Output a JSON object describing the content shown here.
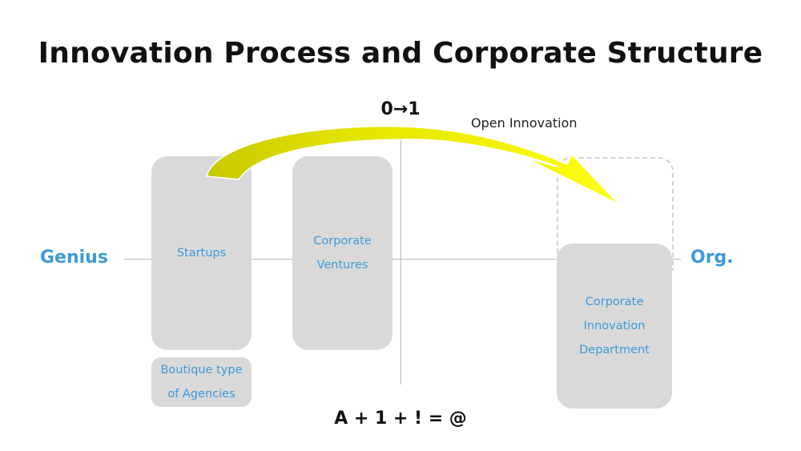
{
  "title": "Innovation Process and Corporate Structure",
  "axis": {
    "top_label": "0→1",
    "bottom_label": "A + 1 + ! = @",
    "left_label": "Genius",
    "right_label": "Org."
  },
  "arrow": {
    "label": "Open Innovation",
    "colors": {
      "fill": "#f2f200",
      "dark": "#c8c800"
    }
  },
  "boxes": {
    "startups": {
      "lines": [
        "Startups"
      ]
    },
    "corporate_ventures": {
      "lines": [
        "Corporate",
        "Ventures"
      ]
    },
    "boutique_agencies": {
      "lines": [
        "Boutique type",
        "of Agencies"
      ]
    },
    "corporate_innovation_department": {
      "lines": [
        "Corporate",
        "Innovation",
        "Department"
      ]
    }
  },
  "colors": {
    "box_fill": "#d9d9d9",
    "accent_blue": "#3d9ad8",
    "axis": "#b9b9b9"
  }
}
